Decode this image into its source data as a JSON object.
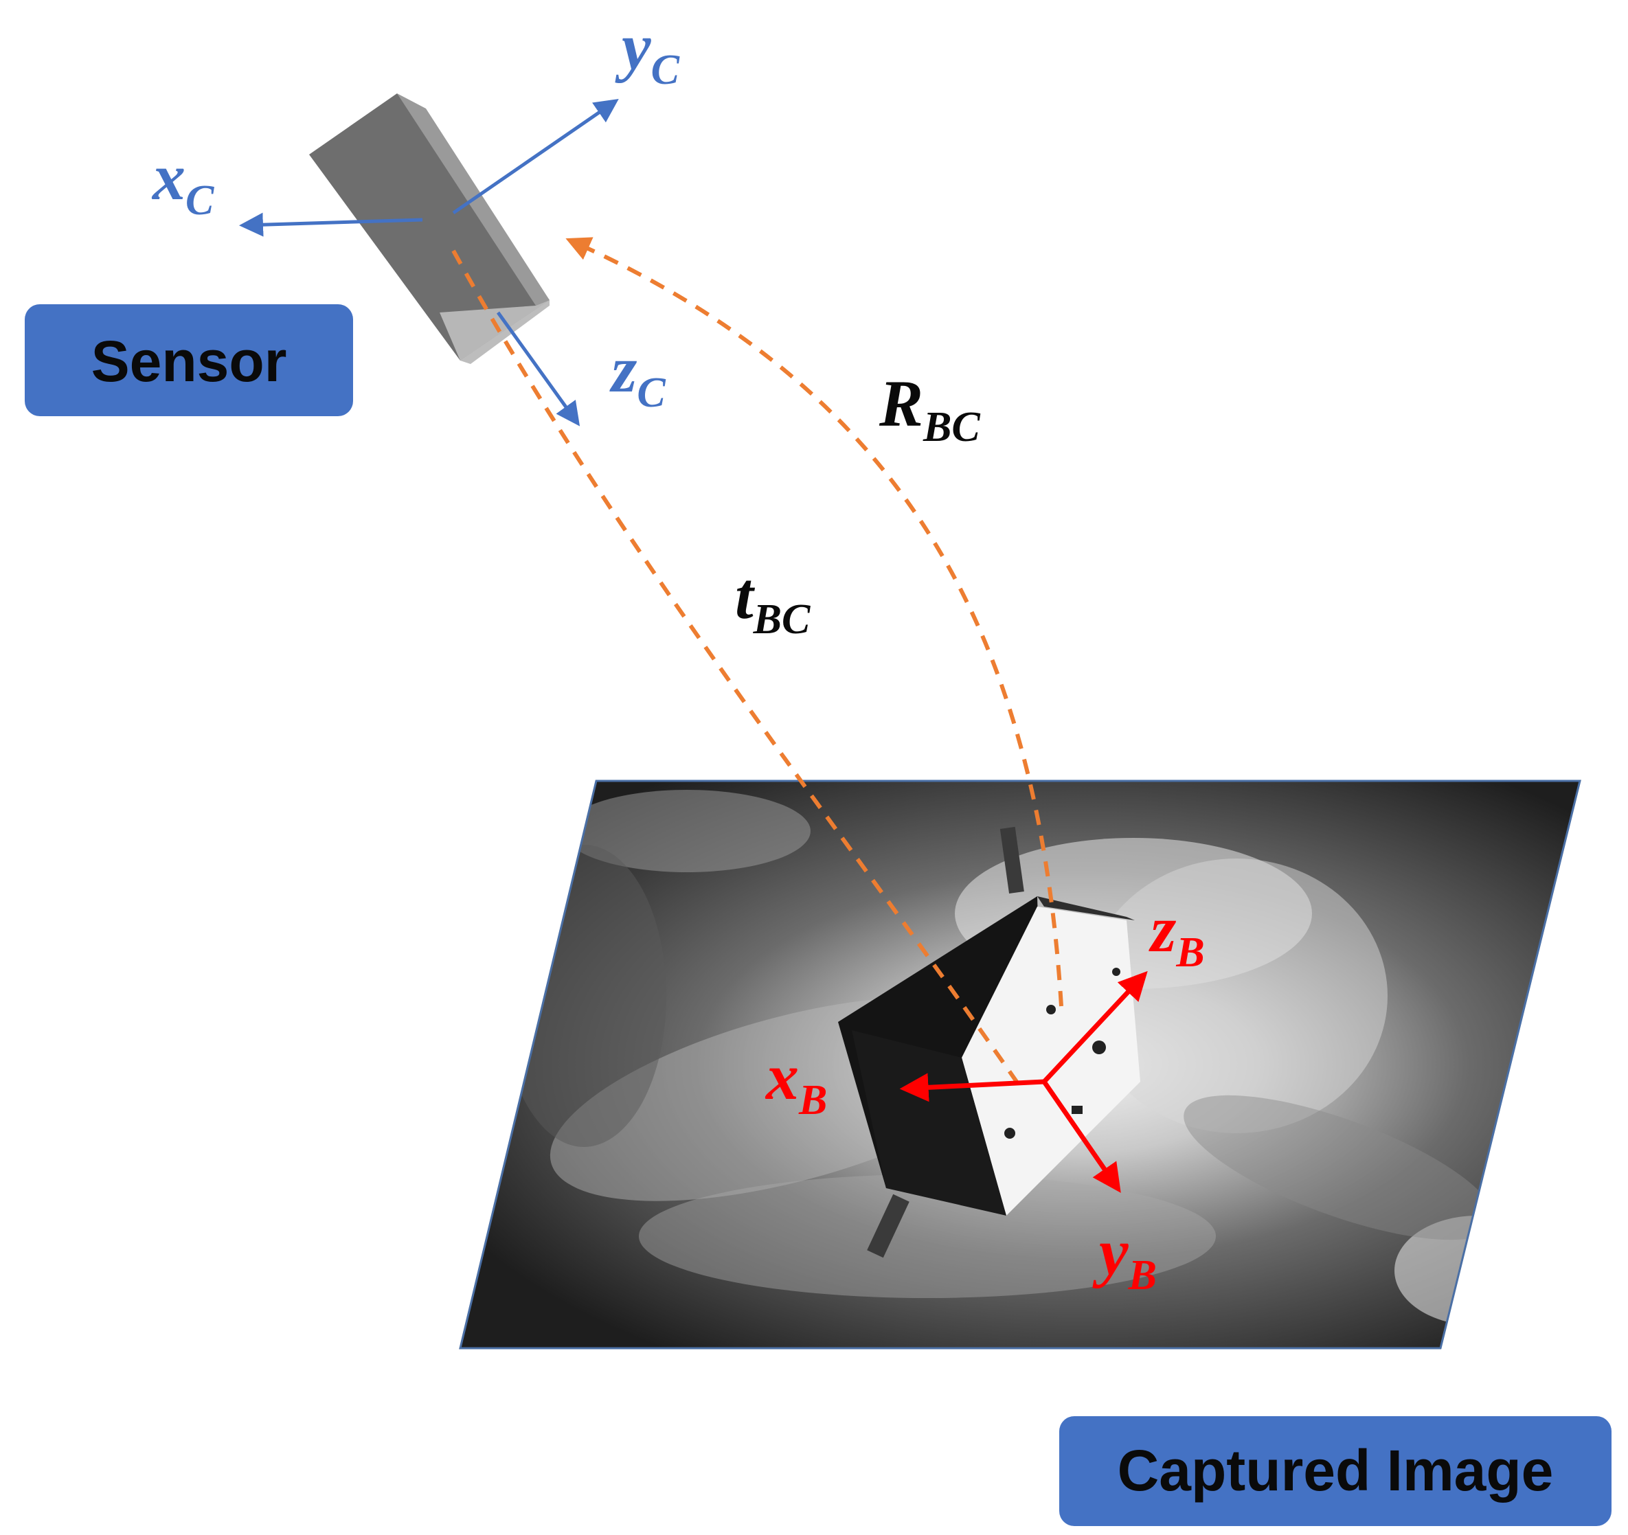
{
  "labels": {
    "sensor": "Sensor",
    "captured_image": "Captured Image"
  },
  "camera_axes": {
    "x": {
      "main": "x",
      "sub": "C"
    },
    "y": {
      "main": "y",
      "sub": "C"
    },
    "z": {
      "main": "z",
      "sub": "C"
    }
  },
  "body_axes": {
    "x": {
      "main": "x",
      "sub": "B"
    },
    "y": {
      "main": "y",
      "sub": "B"
    },
    "z": {
      "main": "z",
      "sub": "B"
    }
  },
  "transforms": {
    "rotation": {
      "main": "R",
      "sub": "BC"
    },
    "translation": {
      "main": "t",
      "sub": "BC"
    }
  },
  "colors": {
    "label_box": "#4472c4",
    "camera_axis": "#4472c4",
    "body_axis": "#ff0000",
    "dashed": "#ed7d31",
    "sensor_body": "#6e6e6e",
    "text_dark": "#0a0a0a"
  },
  "icons": {
    "sensor": "sensor-box-icon",
    "satellite": "satellite-icon",
    "earth_image": "cloud-earth-image"
  }
}
